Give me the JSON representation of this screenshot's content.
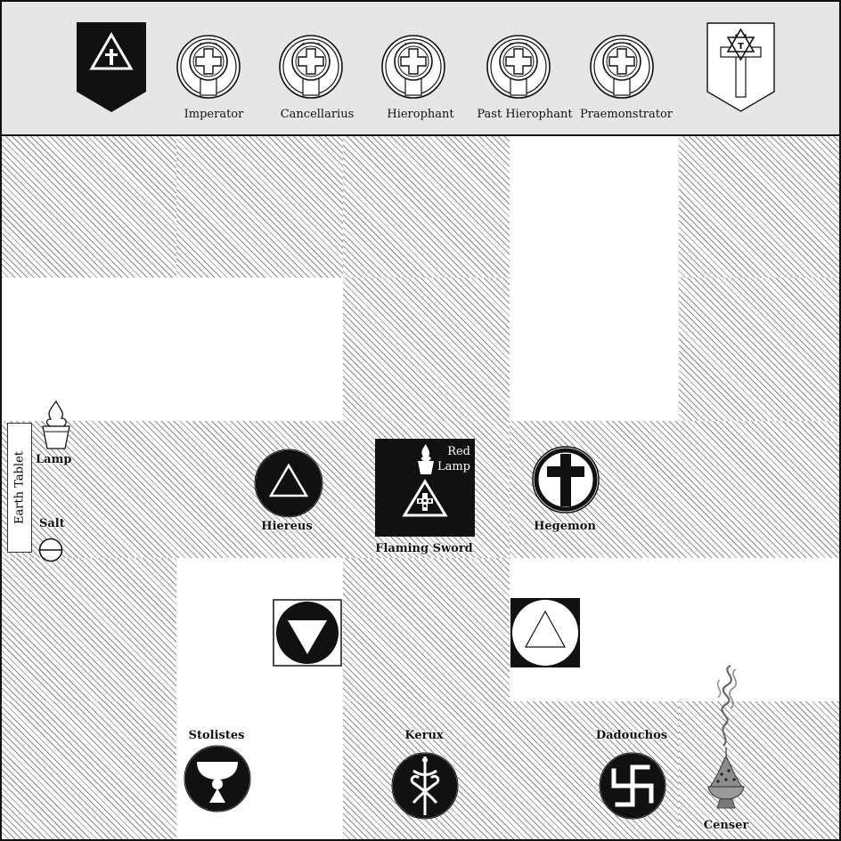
{
  "header": {
    "officers": [
      {
        "name": "Imperator"
      },
      {
        "name": "Cancellarius"
      },
      {
        "name": "Hierophant"
      },
      {
        "name": "Past Hierophant"
      },
      {
        "name": "Praemonstrator"
      }
    ]
  },
  "floor": {
    "earth_tablet": "Earth Tablet",
    "lamp": "Lamp",
    "salt": "Salt",
    "hiereus": "Hiereus",
    "red_lamp_line1": "Red",
    "red_lamp_line2": "Lamp",
    "flaming_sword": "Flaming Sword",
    "hegemon": "Hegemon",
    "stolistes": "Stolistes",
    "kerux": "Kerux",
    "dadouchos": "Dadouchos",
    "censer": "Censer"
  },
  "colors": {
    "ink": "#111111",
    "header_bg": "#e6e6e6",
    "hatch": "#8a8a8a"
  }
}
